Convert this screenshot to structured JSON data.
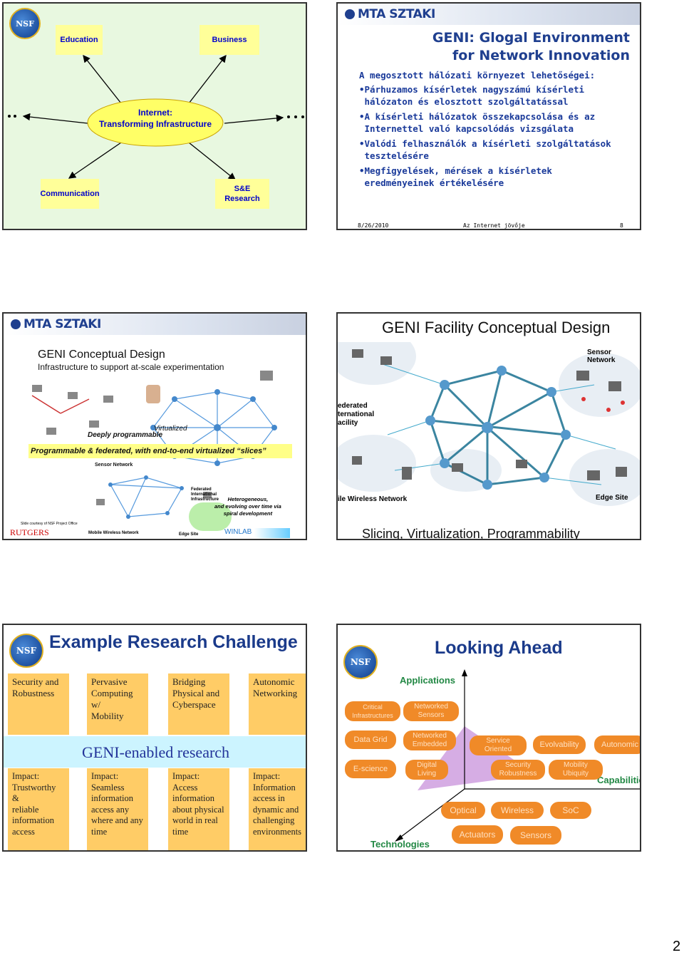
{
  "slide1": {
    "education": "Education",
    "business": "Business",
    "center": "Internet:\nTransforming Infrastructure",
    "communication": "Communication",
    "research": "S&E\nResearch"
  },
  "slide2": {
    "logo": "MTA SZTAKI",
    "title": "GENI: Glogal Environment\nfor Network Innovation",
    "intro": "A megosztott hálózati környezet lehetőségei:",
    "bullets": [
      "Párhuzamos kísérletek nagyszámú kísérleti hálózaton és elosztott szolgáltatással",
      "A kísérleti hálózatok összekapcsolása és az Internettel való kapcsolódás vizsgálata",
      "Valódi felhasználók a kísérleti szolgáltatások tesztelésére",
      "Megfigyelések, mérések a kísérletek eredményeinek értékelésére"
    ],
    "footer_date": "8/26/2010",
    "footer_title": "Az Internet jövője",
    "footer_page": "8"
  },
  "slide3": {
    "logo": "MTA SZTAKI",
    "title": "GENI Conceptual Design",
    "subtitle": "Infrastructure to support at-scale experimentation",
    "deeply": "Deeply programmable",
    "virtualized": "Virtualized",
    "programmable": "Programmable & federated, with end-to-end virtualized “slices”",
    "sensor": "Sensor Network",
    "federated": "Federated\nInternational\nInfrastructure",
    "hetero": "Heterogeneous,\nand evolving over time via\nspiral development",
    "courtesy": "Slide courtesy of NSF Project Office",
    "rutgers": "RUTGERS",
    "mobile": "Mobile Wireless Network",
    "edge": "Edge Site",
    "winlab": "WINLAB"
  },
  "slide4": {
    "title": "GENI Facility Conceptual Design",
    "sensor": "Sensor Network",
    "federated": "ederated\nternational\nacility",
    "mobile": "ile Wireless Network",
    "edge": "Edge Site",
    "caption": "Slicing, Virtualization, Programmability"
  },
  "slide5": {
    "title": "Example Research Challenge",
    "challenges": [
      "Security and\nRobustness",
      "Pervasive\nComputing w/\nMobility",
      "Bridging\nPhysical and\nCyberspace",
      "Autonomic\nNetworking"
    ],
    "band": "GENI-enabled research",
    "impacts": [
      "Impact:\nTrustworthy &\nreliable\ninformation\naccess",
      "Impact:\nSeamless\ninformation\naccess any\nwhere and any\ntime",
      "Impact:\nAccess\ninformation\nabout physical\nworld in real\ntime",
      "Impact:\nInformation\naccess in\ndynamic and\nchallenging\nenvironments"
    ]
  },
  "slide6": {
    "title": "Looking Ahead",
    "applications": "Applications",
    "technologies": "Technologies",
    "capabilities": "Capabilities",
    "pills": {
      "critical": "Critical\nInfrastructures",
      "net_sensors": "Networked\nSensors",
      "data_grid": "Data Grid",
      "net_embedded": "Networked\nEmbedded",
      "service": "Service\nOriented",
      "evolvability": "Evolvability",
      "autonomic": "Autonomic",
      "escience": "E-science",
      "digital": "Digital\nLiving",
      "security": "Security\nRobustness",
      "mobility": "Mobility\nUbiquity",
      "optical": "Optical",
      "wireless": "Wireless",
      "soc": "SoC",
      "actuators": "Actuators",
      "sensors": "Sensors"
    }
  },
  "page_number": "2"
}
